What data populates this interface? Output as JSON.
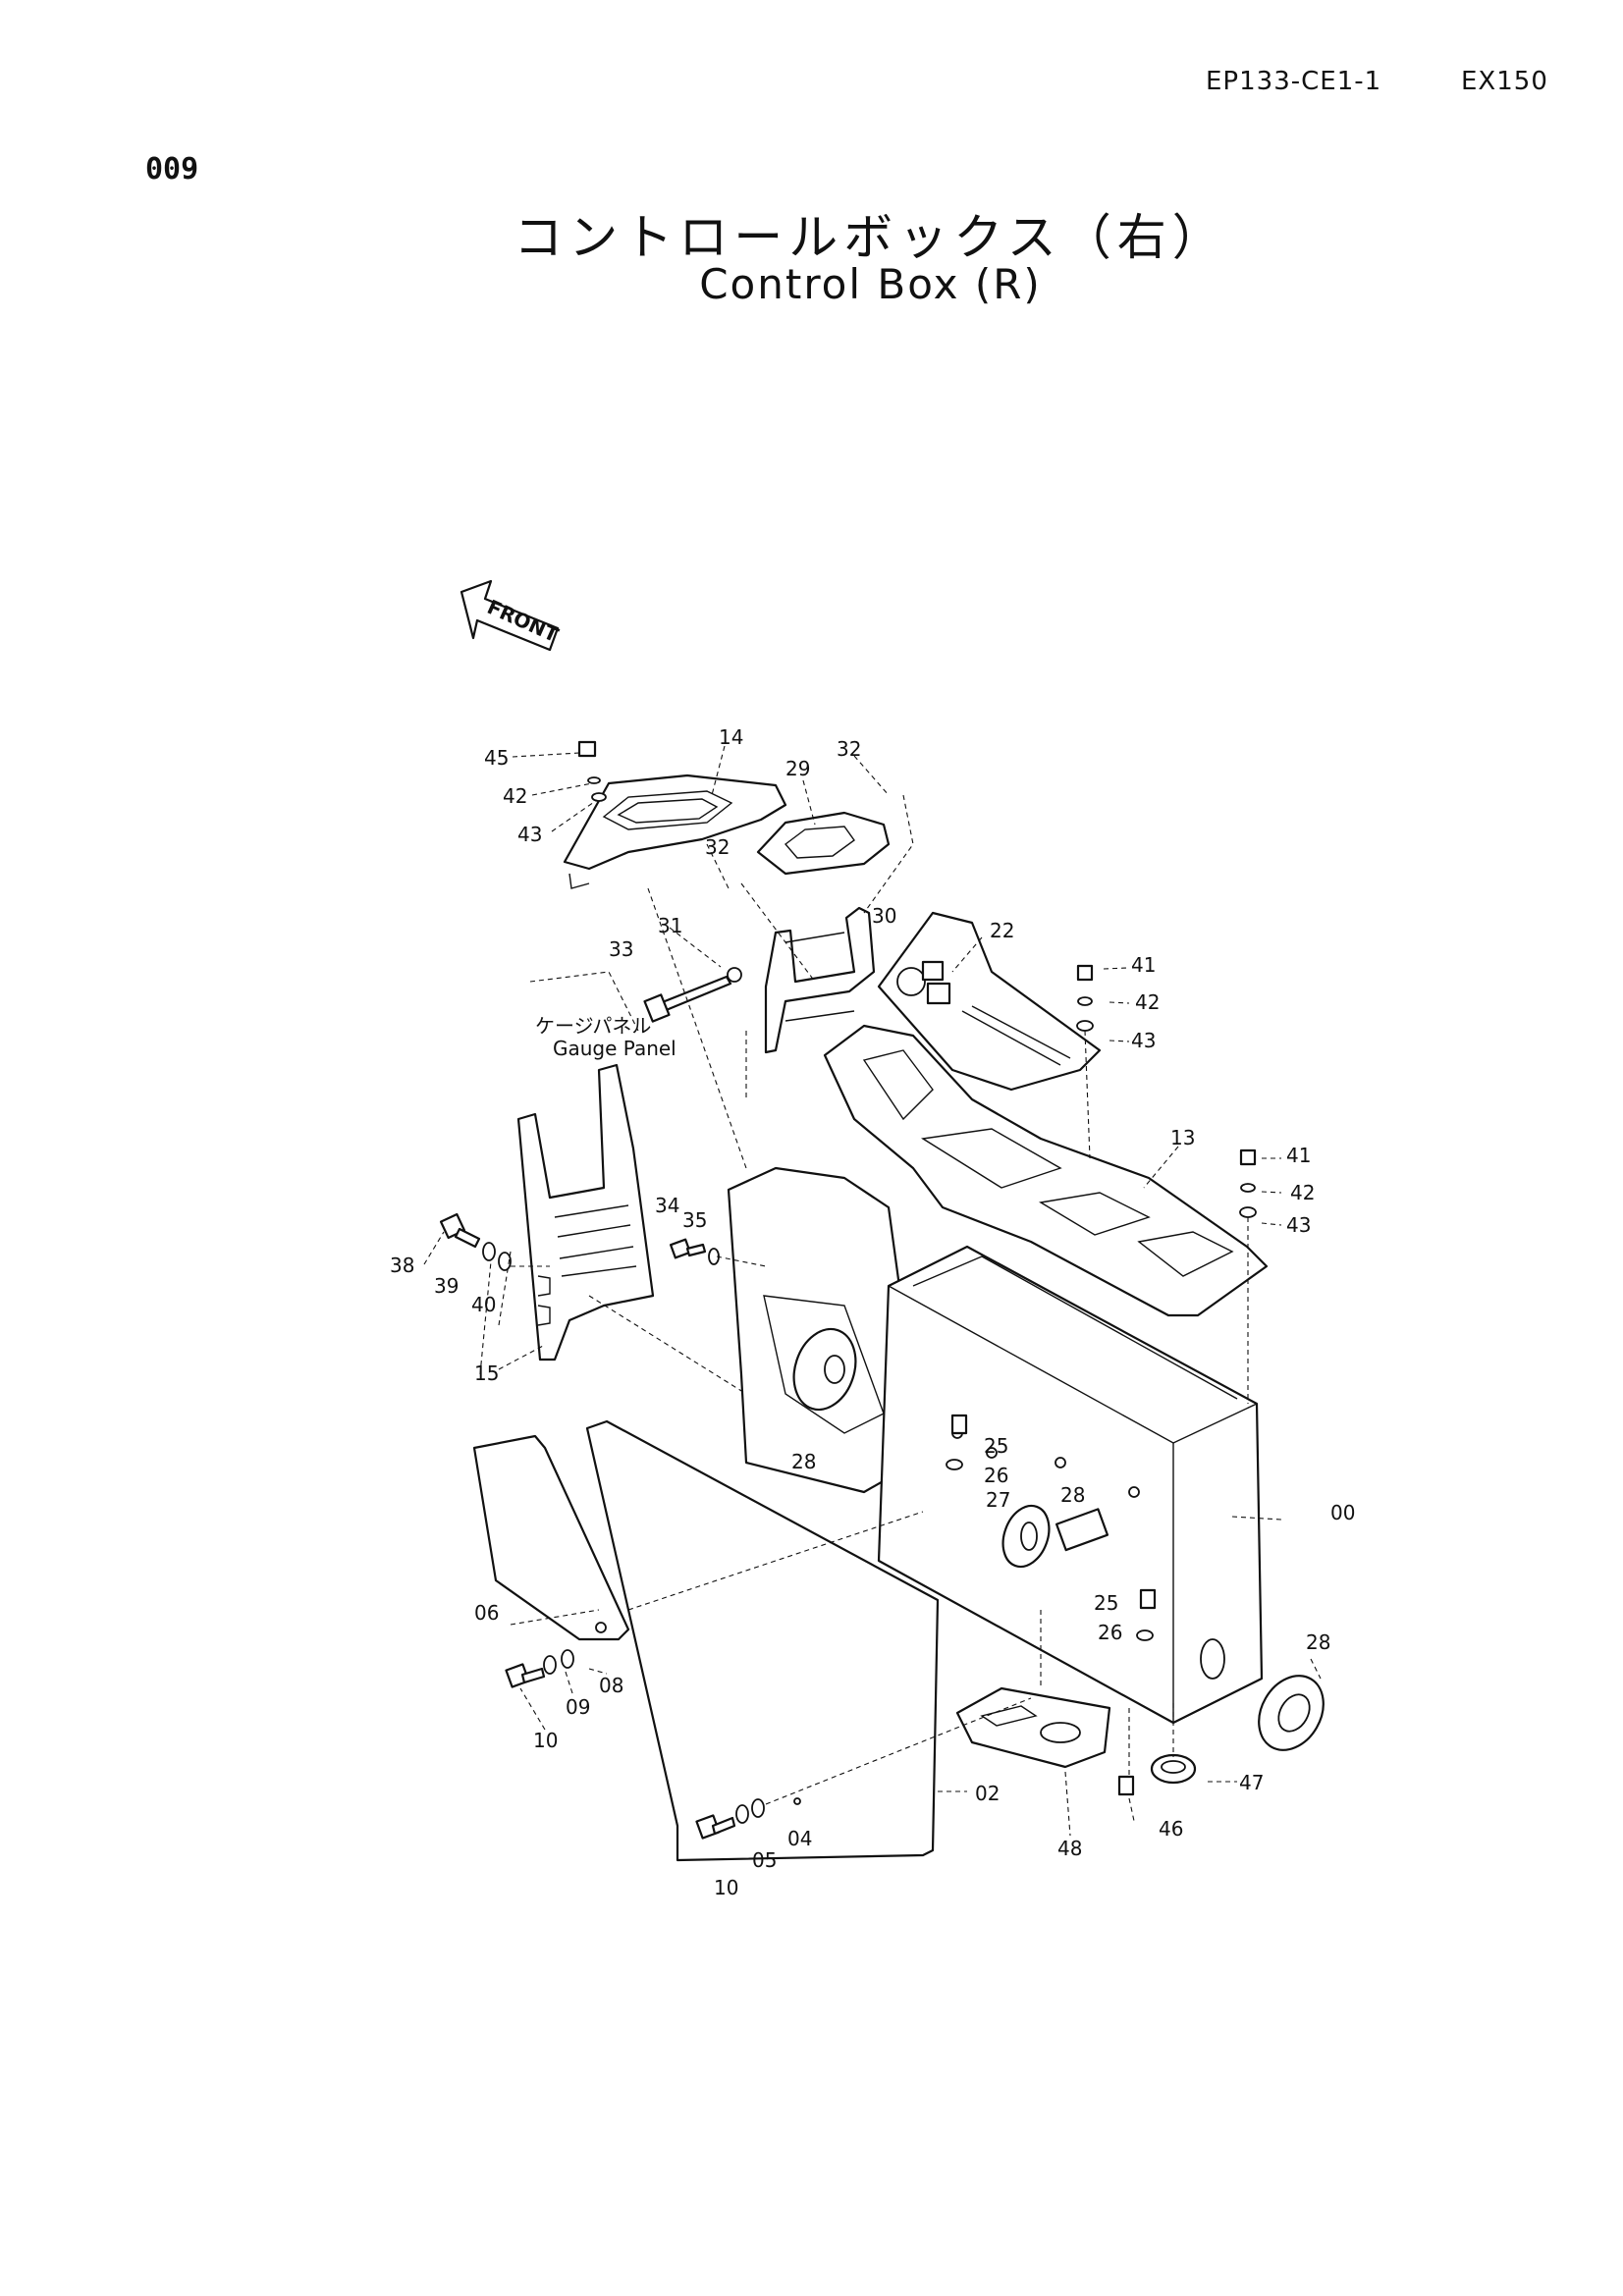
{
  "header": {
    "doc_code": "EP133-CE1-1",
    "model": "EX150",
    "page_number": "009"
  },
  "title": {
    "japanese": "コントロールボックス（右）",
    "english": "Control Box (R)"
  },
  "front_marker": "FRONT",
  "gauge_panel_label": {
    "japanese": "ケージパネル",
    "english": "Gauge Panel"
  },
  "callouts": [
    {
      "id": "c45",
      "text": "45"
    },
    {
      "id": "c14",
      "text": "14"
    },
    {
      "id": "c32a",
      "text": "32"
    },
    {
      "id": "c29",
      "text": "29"
    },
    {
      "id": "c42a",
      "text": "42"
    },
    {
      "id": "c43a",
      "text": "43"
    },
    {
      "id": "c32b",
      "text": "32"
    },
    {
      "id": "c31",
      "text": "31"
    },
    {
      "id": "c30",
      "text": "30"
    },
    {
      "id": "c33",
      "text": "33"
    },
    {
      "id": "c22",
      "text": "22"
    },
    {
      "id": "c41a",
      "text": "41"
    },
    {
      "id": "c42b",
      "text": "42"
    },
    {
      "id": "c43b",
      "text": "43"
    },
    {
      "id": "c13",
      "text": "13"
    },
    {
      "id": "c41b",
      "text": "41"
    },
    {
      "id": "c42c",
      "text": "42"
    },
    {
      "id": "c43c",
      "text": "43"
    },
    {
      "id": "c34",
      "text": "34"
    },
    {
      "id": "c35",
      "text": "35"
    },
    {
      "id": "c38",
      "text": "38"
    },
    {
      "id": "c39",
      "text": "39"
    },
    {
      "id": "c40",
      "text": "40"
    },
    {
      "id": "c15",
      "text": "15"
    },
    {
      "id": "c28a",
      "text": "28"
    },
    {
      "id": "c25a",
      "text": "25"
    },
    {
      "id": "c26a",
      "text": "26"
    },
    {
      "id": "c27",
      "text": "27"
    },
    {
      "id": "c28b",
      "text": "28"
    },
    {
      "id": "c00",
      "text": "00"
    },
    {
      "id": "c25b",
      "text": "25"
    },
    {
      "id": "c26b",
      "text": "26"
    },
    {
      "id": "c28c",
      "text": "28"
    },
    {
      "id": "c06",
      "text": "06"
    },
    {
      "id": "c08",
      "text": "08"
    },
    {
      "id": "c09",
      "text": "09"
    },
    {
      "id": "c10a",
      "text": "10"
    },
    {
      "id": "c02",
      "text": "02"
    },
    {
      "id": "c47",
      "text": "47"
    },
    {
      "id": "c46",
      "text": "46"
    },
    {
      "id": "c48",
      "text": "48"
    },
    {
      "id": "c04",
      "text": "04"
    },
    {
      "id": "c05",
      "text": "05"
    },
    {
      "id": "c10b",
      "text": "10"
    }
  ]
}
